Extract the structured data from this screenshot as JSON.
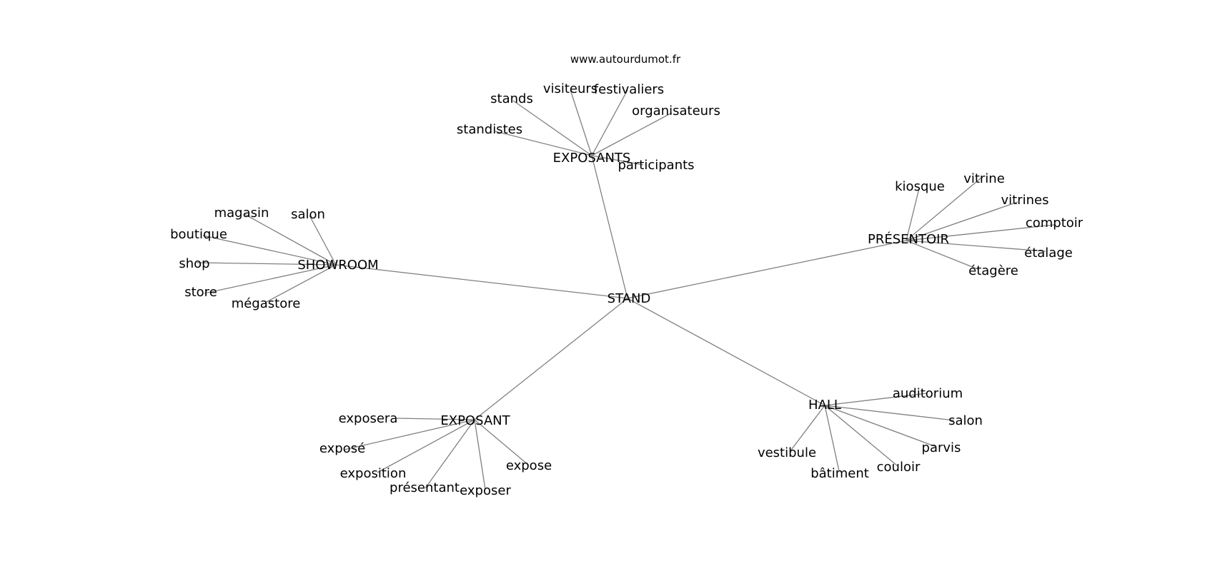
{
  "site": "www.autourdumot.fr",
  "center": "STAND",
  "hubs": [
    {
      "id": "exposants",
      "label": "EXPOSANTS",
      "leaves": [
        "stands",
        "visiteurs",
        "festivaliers",
        "organisateurs",
        "standistes",
        "participants"
      ]
    },
    {
      "id": "showroom",
      "label": "SHOWROOM",
      "leaves": [
        "magasin",
        "salon",
        "boutique",
        "shop",
        "store",
        "mégastore"
      ]
    },
    {
      "id": "presentoir",
      "label": "PRÉSENTOIR",
      "leaves": [
        "kiosque",
        "vitrine",
        "vitrines",
        "comptoir",
        "étalage",
        "étagère"
      ]
    },
    {
      "id": "exposant",
      "label": "EXPOSANT",
      "leaves": [
        "exposera",
        "exposé",
        "exposition",
        "présentant",
        "exposer",
        "expose"
      ]
    },
    {
      "id": "hall",
      "label": "HALL",
      "leaves": [
        "auditorium",
        "salon",
        "parvis",
        "couloir",
        "bâtiment",
        "vestibule"
      ]
    }
  ],
  "colors": {
    "edge": "#808080",
    "text": "#000000",
    "background": "#ffffff"
  }
}
